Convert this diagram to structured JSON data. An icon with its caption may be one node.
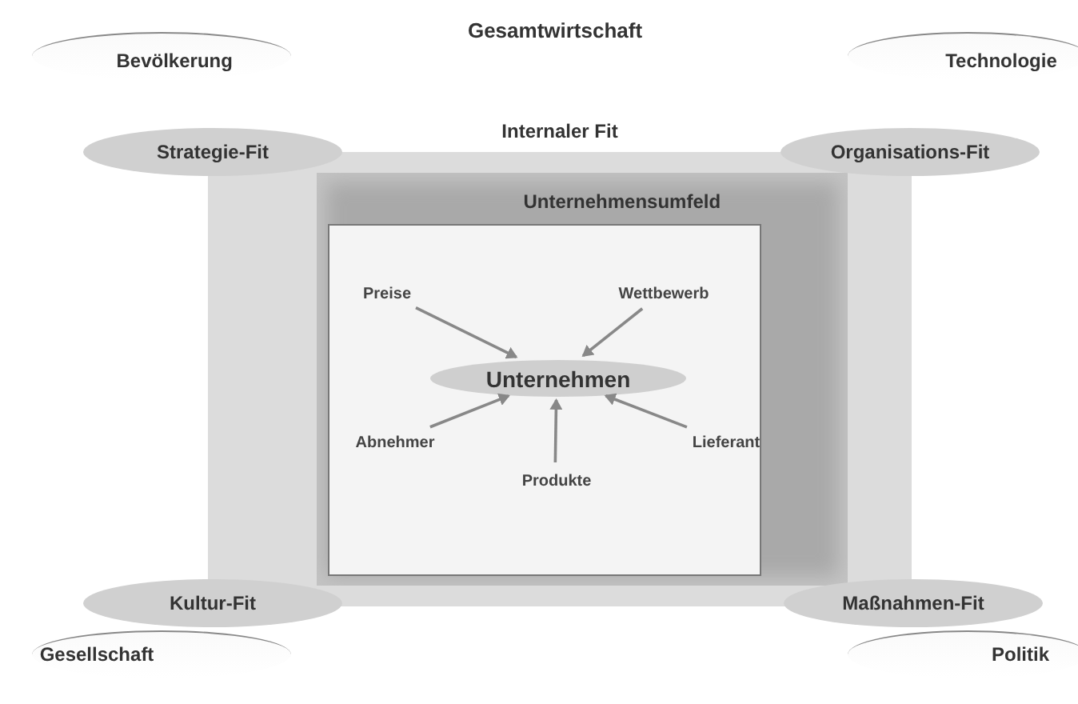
{
  "diagram": {
    "nodes": [
      {
        "text": [
          "Bevölkerung"
        ]
      },
      {
        "text": [
          "Technologie"
        ]
      },
      {
        "text": [
          "Gesellschaft"
        ]
      },
      {
        "text": [
          "Politik"
        ]
      },
      {
        "text": [
          "Internaler Fit"
        ]
      },
      {
        "text": [
          "Strategie-Fit"
        ]
      },
      {
        "text": [
          "Organisations-Fit"
        ]
      },
      {
        "text": [
          "Kultur-Fit"
        ]
      },
      {
        "text": [
          "Maßnahmen-Fit"
        ]
      },
      {
        "text": [
          "Unternehmensumfeld"
        ],
        "in": 4
      },
      {
        "text": [],
        "shape": "box",
        "in": 9
      },
      {
        "text": [
          "Unternehmen"
        ],
        "in": 10
      },
      {
        "text": [
          "Preise"
        ],
        "in": 10
      },
      {
        "text": [
          "Wettbewerb"
        ],
        "in": 10
      },
      {
        "text": [
          "Abnehmer"
        ],
        "in": 10
      },
      {
        "text": [
          "Produkte"
        ],
        "in": 10
      },
      {
        "text": [
          "Lieferant"
        ],
        "in": 10
      }
    ],
    "edges": [
      {
        "from": 12,
        "to": 11,
        "arrow": "to"
      },
      {
        "from": 13,
        "to": 11,
        "arrow": "to"
      },
      {
        "from": 14,
        "to": 11,
        "arrow": "to"
      },
      {
        "from": 15,
        "to": 11,
        "arrow": "to"
      },
      {
        "from": 16,
        "to": 11,
        "arrow": "to"
      }
    ],
    "labels": [
      "Gesamtwirtschaft"
    ]
  }
}
